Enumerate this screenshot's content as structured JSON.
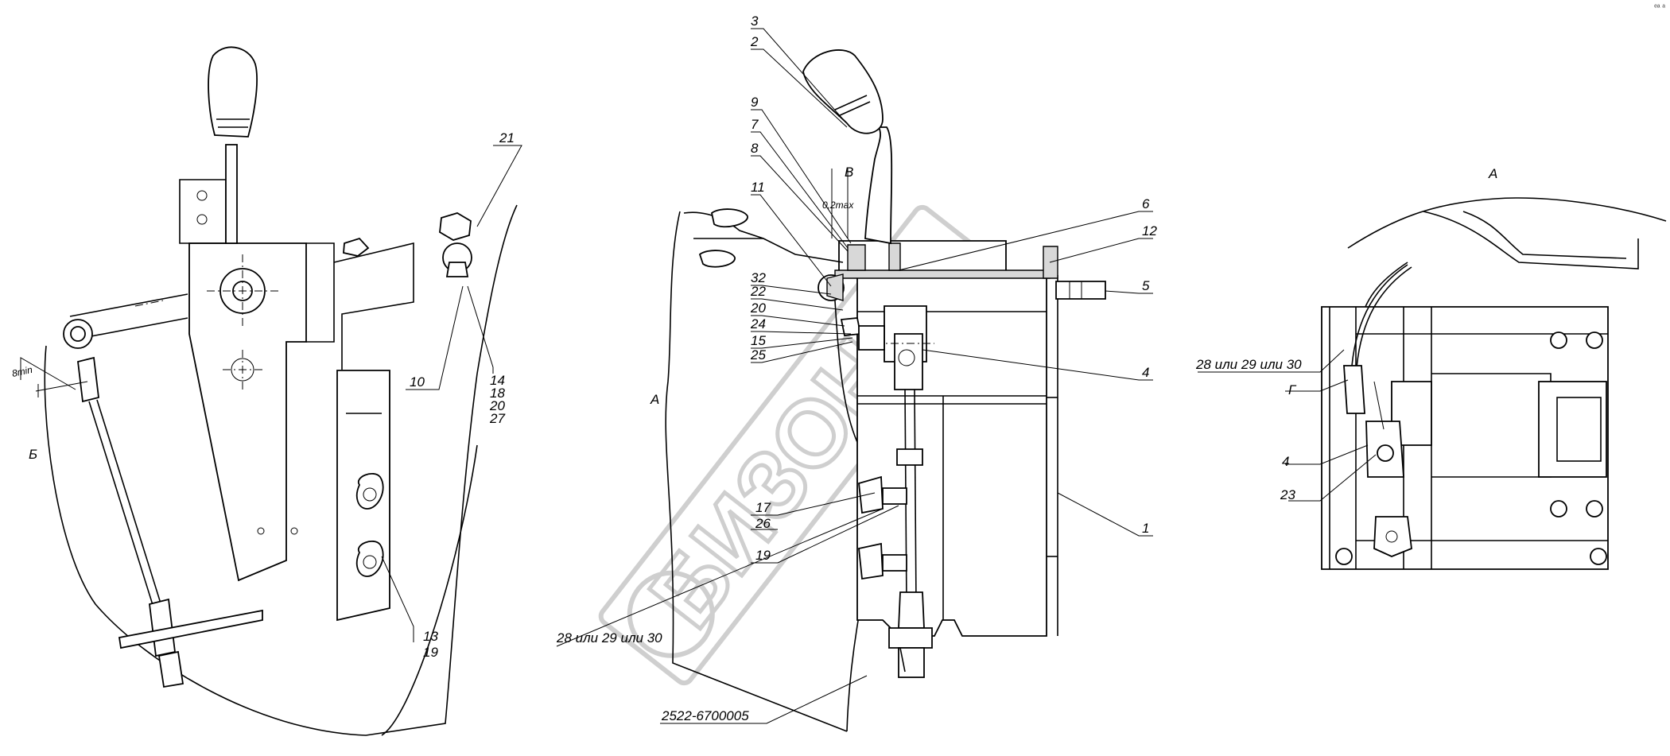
{
  "corner_mark": "ᵉᵃ ᵃ",
  "watermark": "БИЗОН",
  "left_view": {
    "dim_label": "8min",
    "section_label": "Б",
    "callouts": [
      "21",
      "10",
      "14",
      "18",
      "20",
      "27",
      "13",
      "19"
    ]
  },
  "center_view": {
    "view_label_v": "В",
    "dim_label": "0,2max",
    "section_label": "А",
    "callouts": [
      "3",
      "2",
      "9",
      "7",
      "8",
      "11",
      "6",
      "12",
      "5",
      "32",
      "22",
      "20",
      "24",
      "15",
      "25",
      "4",
      "17",
      "26",
      "19",
      "1"
    ],
    "ref_fasteners": "28 или 29 или 30",
    "ref_part": "2522-6700005"
  },
  "right_view": {
    "view_label": "А",
    "ref_fasteners": "28 или 29 или 30",
    "detail_label": "Г",
    "callouts": [
      "4",
      "23"
    ]
  }
}
